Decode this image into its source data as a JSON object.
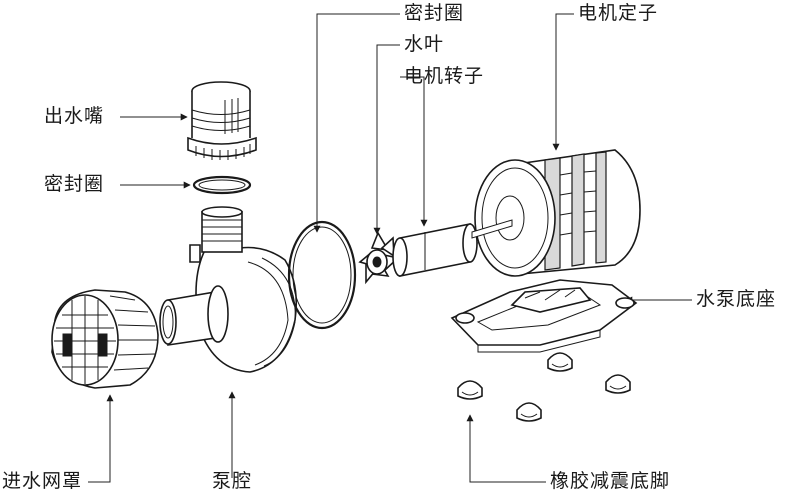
{
  "labels": {
    "seal_ring_top": "密封圈",
    "impeller": "水叶",
    "motor_rotor": "电机转子",
    "motor_stator": "电机定子",
    "outlet_nozzle": "出水嘴",
    "seal_ring_left": "密封圈",
    "pump_base": "水泵底座",
    "inlet_screen": "进水网罩",
    "pump_chamber": "泵腔",
    "rubber_feet": "橡胶减震底脚"
  },
  "colors": {
    "ink": "#1a1a1a",
    "background": "#ffffff"
  }
}
